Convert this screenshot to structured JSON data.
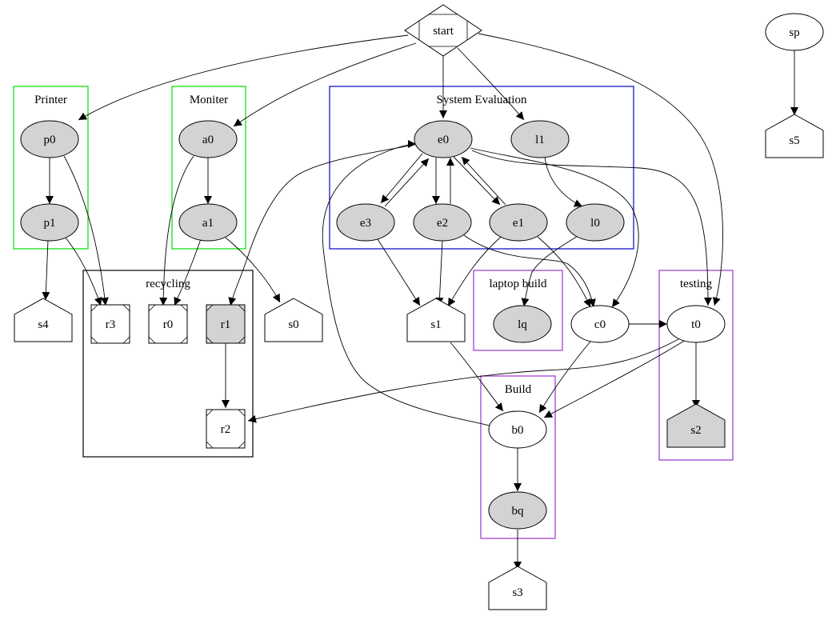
{
  "colors": {
    "filled": "#d3d3d3",
    "unfilled": "#ffffff",
    "stroke": "#000000",
    "green_cluster": "#00dd00",
    "blue_cluster": "#0000cc",
    "purple_cluster": "#9933cc",
    "black_cluster": "#000000"
  },
  "clusters": [
    {
      "id": "printer",
      "label": "Printer",
      "color": "green_cluster"
    },
    {
      "id": "moniter",
      "label": "Moniter",
      "color": "green_cluster"
    },
    {
      "id": "system_evaluation",
      "label": "System Evaluation",
      "color": "blue_cluster"
    },
    {
      "id": "recycling",
      "label": "recycling",
      "color": "black_cluster"
    },
    {
      "id": "laptop_build",
      "label": "laptop build",
      "color": "purple_cluster"
    },
    {
      "id": "testing",
      "label": "testing",
      "color": "purple_cluster"
    },
    {
      "id": "build",
      "label": "Build",
      "color": "purple_cluster"
    }
  ],
  "nodes": [
    {
      "id": "start",
      "label": "start",
      "shape": "Mdiamond",
      "filled": false
    },
    {
      "id": "sp",
      "label": "sp",
      "shape": "ellipse",
      "filled": false
    },
    {
      "id": "s5",
      "label": "s5",
      "shape": "house",
      "filled": false
    },
    {
      "id": "p0",
      "label": "p0",
      "shape": "ellipse",
      "filled": true,
      "cluster": "printer"
    },
    {
      "id": "p1",
      "label": "p1",
      "shape": "ellipse",
      "filled": true,
      "cluster": "printer"
    },
    {
      "id": "a0",
      "label": "a0",
      "shape": "ellipse",
      "filled": true,
      "cluster": "moniter"
    },
    {
      "id": "a1",
      "label": "a1",
      "shape": "ellipse",
      "filled": true,
      "cluster": "moniter"
    },
    {
      "id": "e0",
      "label": "e0",
      "shape": "ellipse",
      "filled": true,
      "cluster": "system_evaluation"
    },
    {
      "id": "l1",
      "label": "l1",
      "shape": "ellipse",
      "filled": true,
      "cluster": "system_evaluation"
    },
    {
      "id": "e3",
      "label": "e3",
      "shape": "ellipse",
      "filled": true,
      "cluster": "system_evaluation"
    },
    {
      "id": "e2",
      "label": "e2",
      "shape": "ellipse",
      "filled": true,
      "cluster": "system_evaluation"
    },
    {
      "id": "e1",
      "label": "e1",
      "shape": "ellipse",
      "filled": true,
      "cluster": "system_evaluation"
    },
    {
      "id": "l0",
      "label": "l0",
      "shape": "ellipse",
      "filled": true,
      "cluster": "system_evaluation"
    },
    {
      "id": "s4",
      "label": "s4",
      "shape": "house",
      "filled": false
    },
    {
      "id": "r3",
      "label": "r3",
      "shape": "Msquare",
      "filled": false,
      "cluster": "recycling"
    },
    {
      "id": "r0",
      "label": "r0",
      "shape": "Msquare",
      "filled": false,
      "cluster": "recycling"
    },
    {
      "id": "r1",
      "label": "r1",
      "shape": "Msquare",
      "filled": true,
      "cluster": "recycling"
    },
    {
      "id": "r2",
      "label": "r2",
      "shape": "Msquare",
      "filled": false,
      "cluster": "recycling"
    },
    {
      "id": "s0",
      "label": "s0",
      "shape": "house",
      "filled": false
    },
    {
      "id": "s1",
      "label": "s1",
      "shape": "house",
      "filled": false
    },
    {
      "id": "lq",
      "label": "lq",
      "shape": "ellipse",
      "filled": true,
      "cluster": "laptop_build"
    },
    {
      "id": "c0",
      "label": "c0",
      "shape": "ellipse",
      "filled": false
    },
    {
      "id": "t0",
      "label": "t0",
      "shape": "ellipse",
      "filled": false,
      "cluster": "testing"
    },
    {
      "id": "s2",
      "label": "s2",
      "shape": "house",
      "filled": true,
      "cluster": "testing"
    },
    {
      "id": "b0",
      "label": "b0",
      "shape": "ellipse",
      "filled": false,
      "cluster": "build"
    },
    {
      "id": "bq",
      "label": "bq",
      "shape": "ellipse",
      "filled": true,
      "cluster": "build"
    },
    {
      "id": "s3",
      "label": "s3",
      "shape": "house",
      "filled": false
    }
  ],
  "edges": [
    {
      "from": "start",
      "to": "p0"
    },
    {
      "from": "start",
      "to": "a0"
    },
    {
      "from": "start",
      "to": "e0"
    },
    {
      "from": "start",
      "to": "l1"
    },
    {
      "from": "start",
      "to": "t0"
    },
    {
      "from": "sp",
      "to": "s5"
    },
    {
      "from": "p0",
      "to": "p1"
    },
    {
      "from": "p0",
      "to": "r3"
    },
    {
      "from": "p1",
      "to": "s4"
    },
    {
      "from": "p1",
      "to": "r3"
    },
    {
      "from": "a0",
      "to": "a1"
    },
    {
      "from": "a0",
      "to": "r0"
    },
    {
      "from": "a1",
      "to": "r0"
    },
    {
      "from": "a1",
      "to": "s0"
    },
    {
      "from": "e0",
      "to": "e3"
    },
    {
      "from": "e3",
      "to": "e0"
    },
    {
      "from": "e0",
      "to": "e2"
    },
    {
      "from": "e2",
      "to": "e0"
    },
    {
      "from": "e0",
      "to": "e1"
    },
    {
      "from": "e1",
      "to": "e0"
    },
    {
      "from": "e0",
      "to": "r1"
    },
    {
      "from": "e0",
      "to": "c0"
    },
    {
      "from": "e0",
      "to": "t0"
    },
    {
      "from": "l1",
      "to": "l0"
    },
    {
      "from": "l0",
      "to": "lq"
    },
    {
      "from": "e3",
      "to": "s1"
    },
    {
      "from": "e2",
      "to": "s1"
    },
    {
      "from": "e1",
      "to": "s1"
    },
    {
      "from": "e2",
      "to": "c0"
    },
    {
      "from": "e1",
      "to": "c0"
    },
    {
      "from": "r1",
      "to": "r2"
    },
    {
      "from": "c0",
      "to": "t0"
    },
    {
      "from": "c0",
      "to": "b0"
    },
    {
      "from": "s1",
      "to": "b0"
    },
    {
      "from": "b0",
      "to": "e0"
    },
    {
      "from": "t0",
      "to": "r2"
    },
    {
      "from": "t0",
      "to": "b0"
    },
    {
      "from": "t0",
      "to": "s2"
    },
    {
      "from": "b0",
      "to": "bq"
    },
    {
      "from": "bq",
      "to": "s3"
    }
  ]
}
